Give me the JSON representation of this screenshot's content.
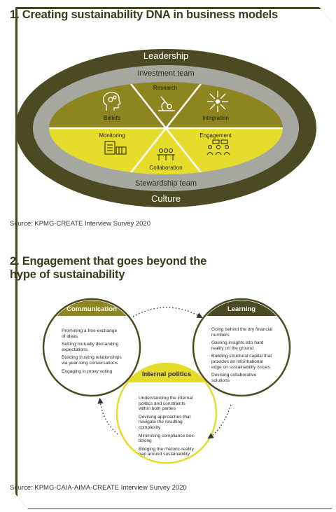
{
  "section1": {
    "title": "1. Creating sustainability DNA in business models",
    "rings": {
      "outer_top": "Leadership",
      "outer_bottom": "Culture",
      "middle_top": "Investment team",
      "middle_bottom": "Stewardship team"
    },
    "segments": [
      {
        "label": "Research",
        "icon": "microscope-icon"
      },
      {
        "label": "Integration",
        "icon": "arrows-converge-icon"
      },
      {
        "label": "Engagement",
        "icon": "meeting-people-icon"
      },
      {
        "label": "Collaboration",
        "icon": "team-table-icon"
      },
      {
        "label": "Monitoring",
        "icon": "checklist-icon"
      },
      {
        "label": "Beliefs",
        "icon": "head-gears-icon"
      }
    ],
    "source": "Source: KPMG-CREATE Interview Survey 2020"
  },
  "section2": {
    "title": "2. Engagement that goes beyond the hype of sustainability",
    "circles": [
      {
        "title": "Communication",
        "items": [
          "Promoting a free exchange of ideas",
          "Setting mutually demanding expectations",
          "Building trusting relationships via year-long conversations",
          "Engaging in proxy voting"
        ]
      },
      {
        "title": "Learning",
        "items": [
          "Going behind the dry financial numbers",
          "Gaining insights into hard reality on the ground",
          "Building structural capital that provides an informational edge on sustainability issues",
          "Devising collaborative solutions"
        ]
      },
      {
        "title": "Internal politics",
        "items": [
          "Understanding the internal politics and constraints within both parties",
          "Devising approaches that navigate the resulting complexity",
          "Minimising compliance box-ticking",
          "Bridging the rhetoric-reality gap around sustainability"
        ]
      }
    ],
    "source": "Source: KPMG-CAIA-AIMA-CREATE Interview Survey 2020"
  },
  "colors": {
    "dark_olive": "#4b4a23",
    "olive": "#8c8520",
    "yellow": "#e5dc2c",
    "grey": "#a7a7a1",
    "light_yellow": "#f6f0a6"
  }
}
